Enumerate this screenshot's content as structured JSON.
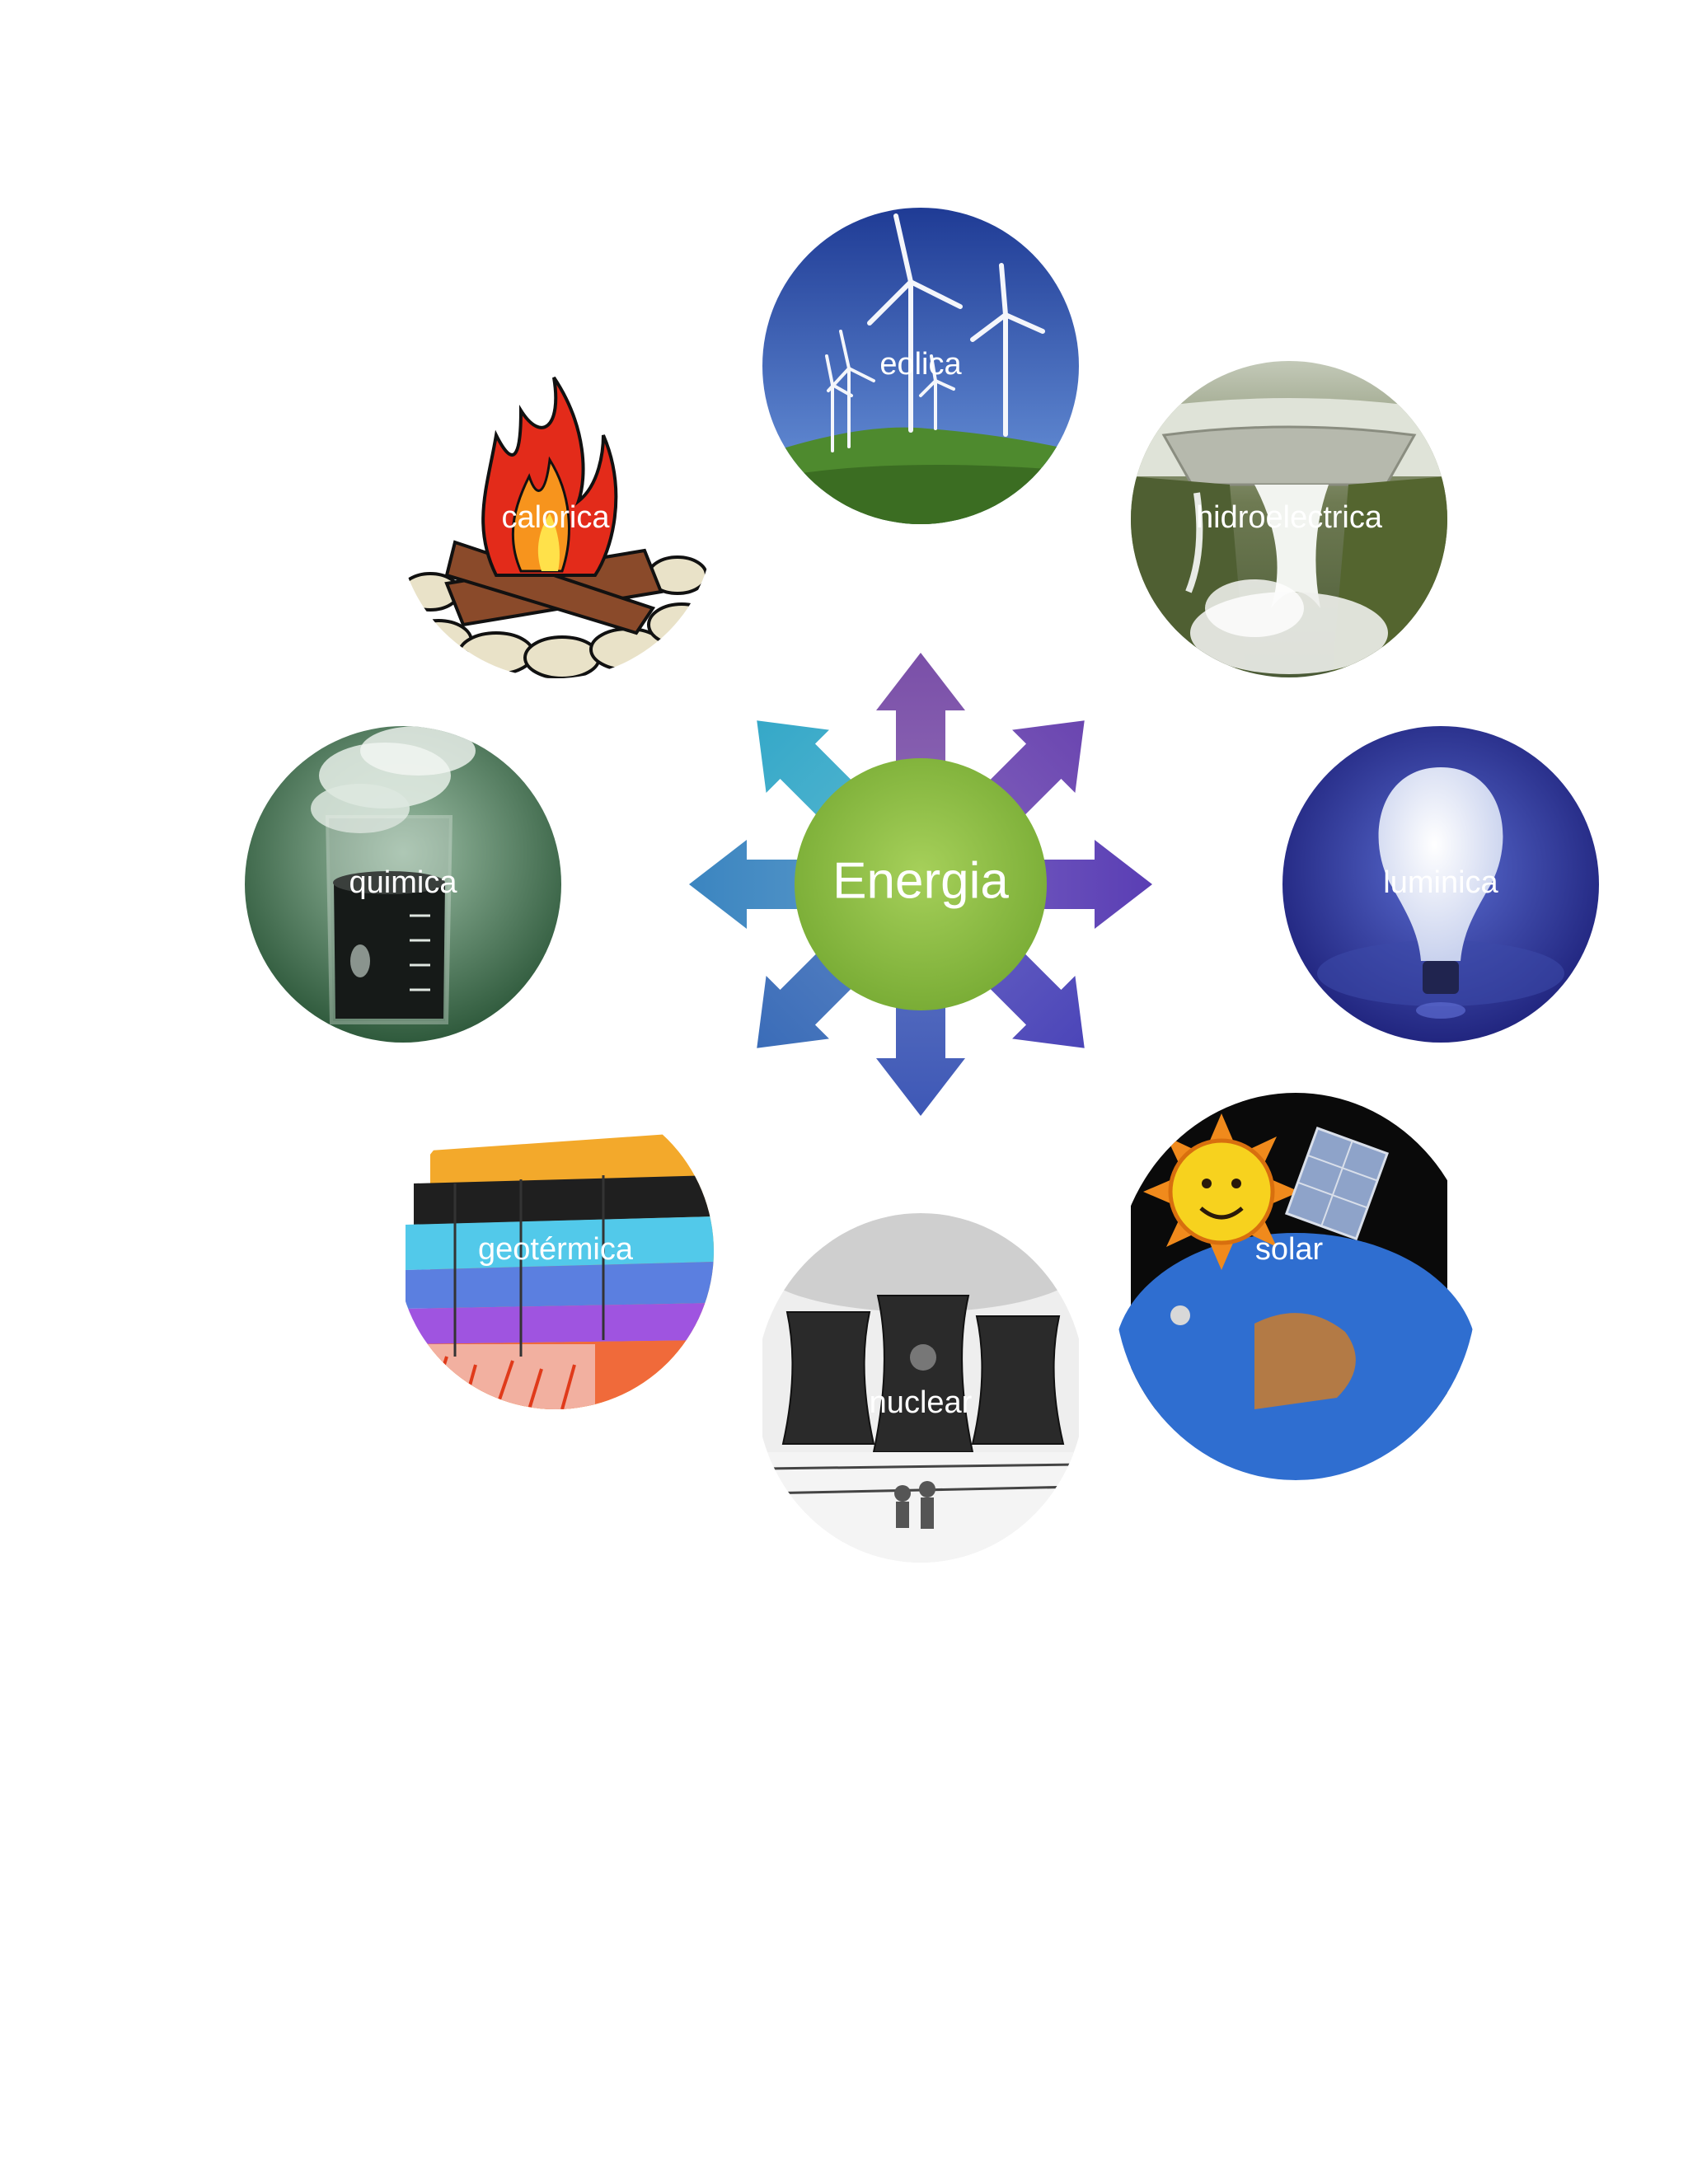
{
  "center": {
    "label": "Energia",
    "color": "#8cbf3f"
  },
  "nodes": [
    {
      "id": "eolica",
      "label": "eolica",
      "icon": "wind-turbines-icon",
      "arrow_color": "#7a4fa8"
    },
    {
      "id": "hidroelectrica",
      "label": "hidroelectrica",
      "icon": "dam-icon",
      "arrow_color": "#6a45b0"
    },
    {
      "id": "luminica",
      "label": "luminica",
      "icon": "light-bulb-icon",
      "arrow_color": "#5a3eb4"
    },
    {
      "id": "solar",
      "label": "solar",
      "icon": "sun-solar-panel-icon",
      "arrow_color": "#4b45b8"
    },
    {
      "id": "nuclear",
      "label": "nuclear",
      "icon": "cooling-towers-icon",
      "arrow_color": "#3e58b6"
    },
    {
      "id": "geotermica",
      "label": "geotérmica",
      "icon": "earth-layers-icon",
      "arrow_color": "#3a6cb8"
    },
    {
      "id": "quimica",
      "label": "quimica",
      "icon": "beaker-icon",
      "arrow_color": "#3b85c0"
    },
    {
      "id": "calorica",
      "label": "calorica",
      "icon": "campfire-icon",
      "arrow_color": "#35a8c8"
    }
  ]
}
